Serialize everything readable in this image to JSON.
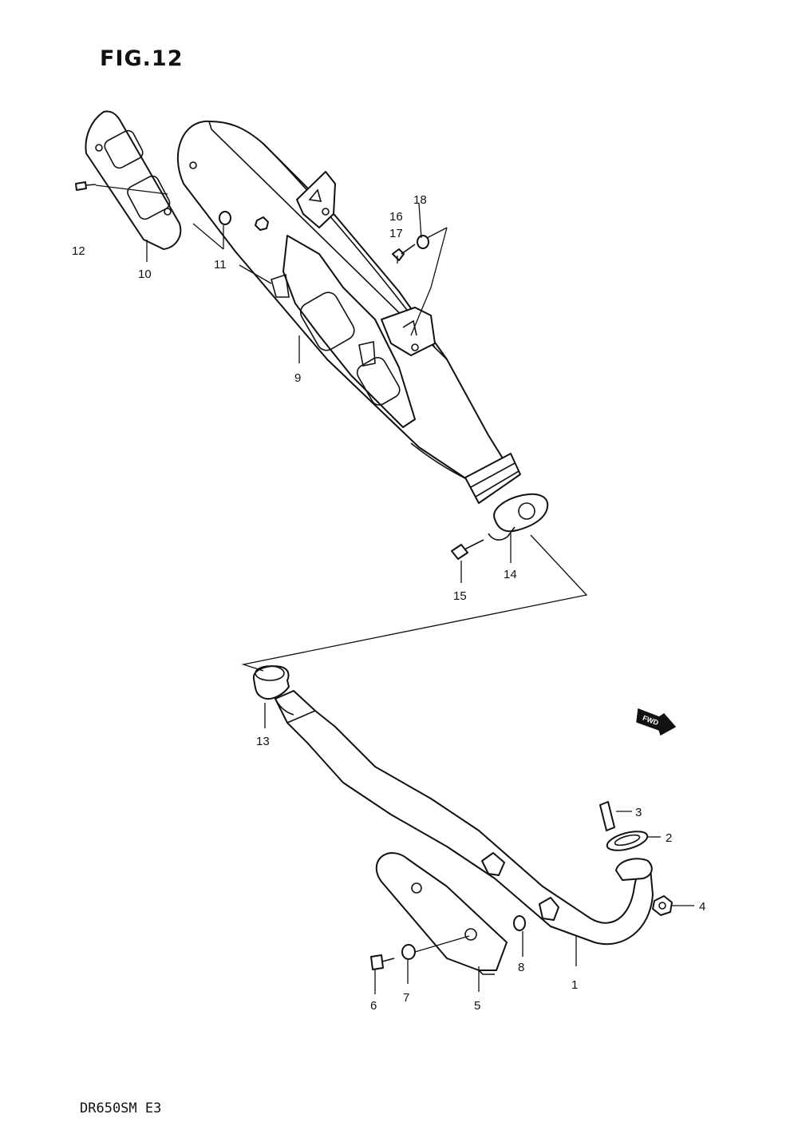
{
  "figure_title": "FIG.12",
  "model_code": "DR650SM  E3",
  "fwd_marker": {
    "label": "FWD",
    "icon": "forward-arrow-icon"
  },
  "callouts": [
    "1",
    "2",
    "3",
    "4",
    "5",
    "6",
    "7",
    "8",
    "9",
    "10",
    "11",
    "12",
    "13",
    "14",
    "15",
    "16",
    "17",
    "18"
  ]
}
